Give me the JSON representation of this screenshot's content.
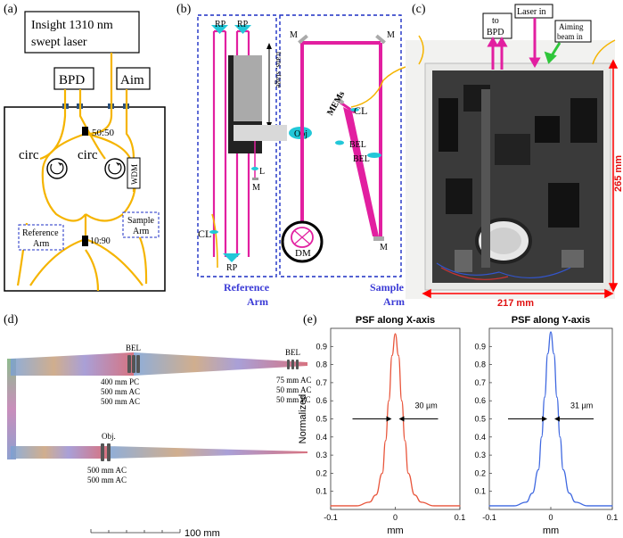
{
  "panels": {
    "a": {
      "tag": "(a)",
      "laser_line1": "Insight 1310 nm",
      "laser_line2": "swept laser",
      "bpd": "BPD",
      "aim": "Aim",
      "coupler_top": "50:50",
      "circ_left": "circ",
      "circ_right": "circ",
      "wdm": "WDM",
      "ref_arm_1": "Reference",
      "ref_arm_2": "Arm",
      "sample_arm_1": "Sample",
      "sample_arm_2": "Arm",
      "coupler_bottom": "10:90"
    },
    "b": {
      "tag": "(b)",
      "rp_top_left": "RP",
      "rp_top_right": "RP",
      "rp_bottom": "RP",
      "trans_stage": "trans. stage",
      "obj": "Obj",
      "l": "L",
      "m_small": "M",
      "cl_left": "CL",
      "m_top_left": "M",
      "m_top_right": "M",
      "mems": "MEMs",
      "cl_right": "CL",
      "bel_1": "BEL",
      "bel_2": "BEL",
      "dm": "DM",
      "m_bottom": "M",
      "ref_arm_1": "Reference",
      "ref_arm_2": "Arm",
      "sample_arm_1": "Sample",
      "sample_arm_2": "Arm"
    },
    "c": {
      "tag": "(c)",
      "to_bpd_1": "to",
      "to_bpd_2": "BPD",
      "laser_in": "Laser in",
      "aiming_1": "Aiming",
      "aiming_2": "beam in",
      "height": "265 mm",
      "width": "217 mm"
    },
    "d": {
      "tag": "(d)",
      "bel_top": "BEL",
      "bel_top_lines": [
        "400 mm PC",
        "500 mm AC",
        "500 mm AC"
      ],
      "bel_right": "BEL",
      "bel_right_lines": [
        "75 mm AC",
        "50 mm AC",
        "50 mm PC"
      ],
      "obj": "Obj.",
      "obj_lines": [
        "500 mm AC",
        "500 mm AC"
      ],
      "scale": "100 mm"
    },
    "e": {
      "tag": "(e)"
    }
  },
  "chart_data": [
    {
      "type": "line",
      "title": "PSF along X-axis",
      "xlabel": "mm",
      "ylabel": "Normalized",
      "xlim": [
        -0.1,
        0.1
      ],
      "ylim": [
        0,
        1
      ],
      "xticks": [
        "-0.1",
        "0",
        "0.1"
      ],
      "yticks": [
        "0.1",
        "0.2",
        "0.3",
        "0.4",
        "0.5",
        "0.6",
        "0.7",
        "0.8",
        "0.9"
      ],
      "annotation": "30 µm",
      "color": "#e8543a",
      "x": [
        -0.1,
        -0.06,
        -0.04,
        -0.03,
        -0.02,
        -0.015,
        -0.01,
        -0.005,
        0,
        0.005,
        0.01,
        0.015,
        0.02,
        0.03,
        0.04,
        0.06,
        0.1
      ],
      "y": [
        0.02,
        0.02,
        0.04,
        0.08,
        0.2,
        0.38,
        0.6,
        0.85,
        0.97,
        0.85,
        0.6,
        0.38,
        0.2,
        0.08,
        0.04,
        0.02,
        0.02
      ]
    },
    {
      "type": "line",
      "title": "PSF along Y-axis",
      "xlabel": "mm",
      "ylabel": "",
      "xlim": [
        -0.1,
        0.1
      ],
      "ylim": [
        0,
        1
      ],
      "xticks": [
        "-0.1",
        "0",
        "0.1"
      ],
      "yticks": [
        "0.1",
        "0.2",
        "0.3",
        "0.4",
        "0.5",
        "0.6",
        "0.7",
        "0.8",
        "0.9"
      ],
      "annotation": "31 µm",
      "color": "#3f68e0",
      "x": [
        -0.1,
        -0.06,
        -0.04,
        -0.03,
        -0.02,
        -0.015,
        -0.01,
        -0.005,
        0,
        0.005,
        0.01,
        0.015,
        0.02,
        0.03,
        0.04,
        0.06,
        0.1
      ],
      "y": [
        0.02,
        0.02,
        0.04,
        0.09,
        0.22,
        0.4,
        0.62,
        0.86,
        0.98,
        0.86,
        0.62,
        0.4,
        0.22,
        0.09,
        0.04,
        0.02,
        0.02
      ]
    }
  ]
}
